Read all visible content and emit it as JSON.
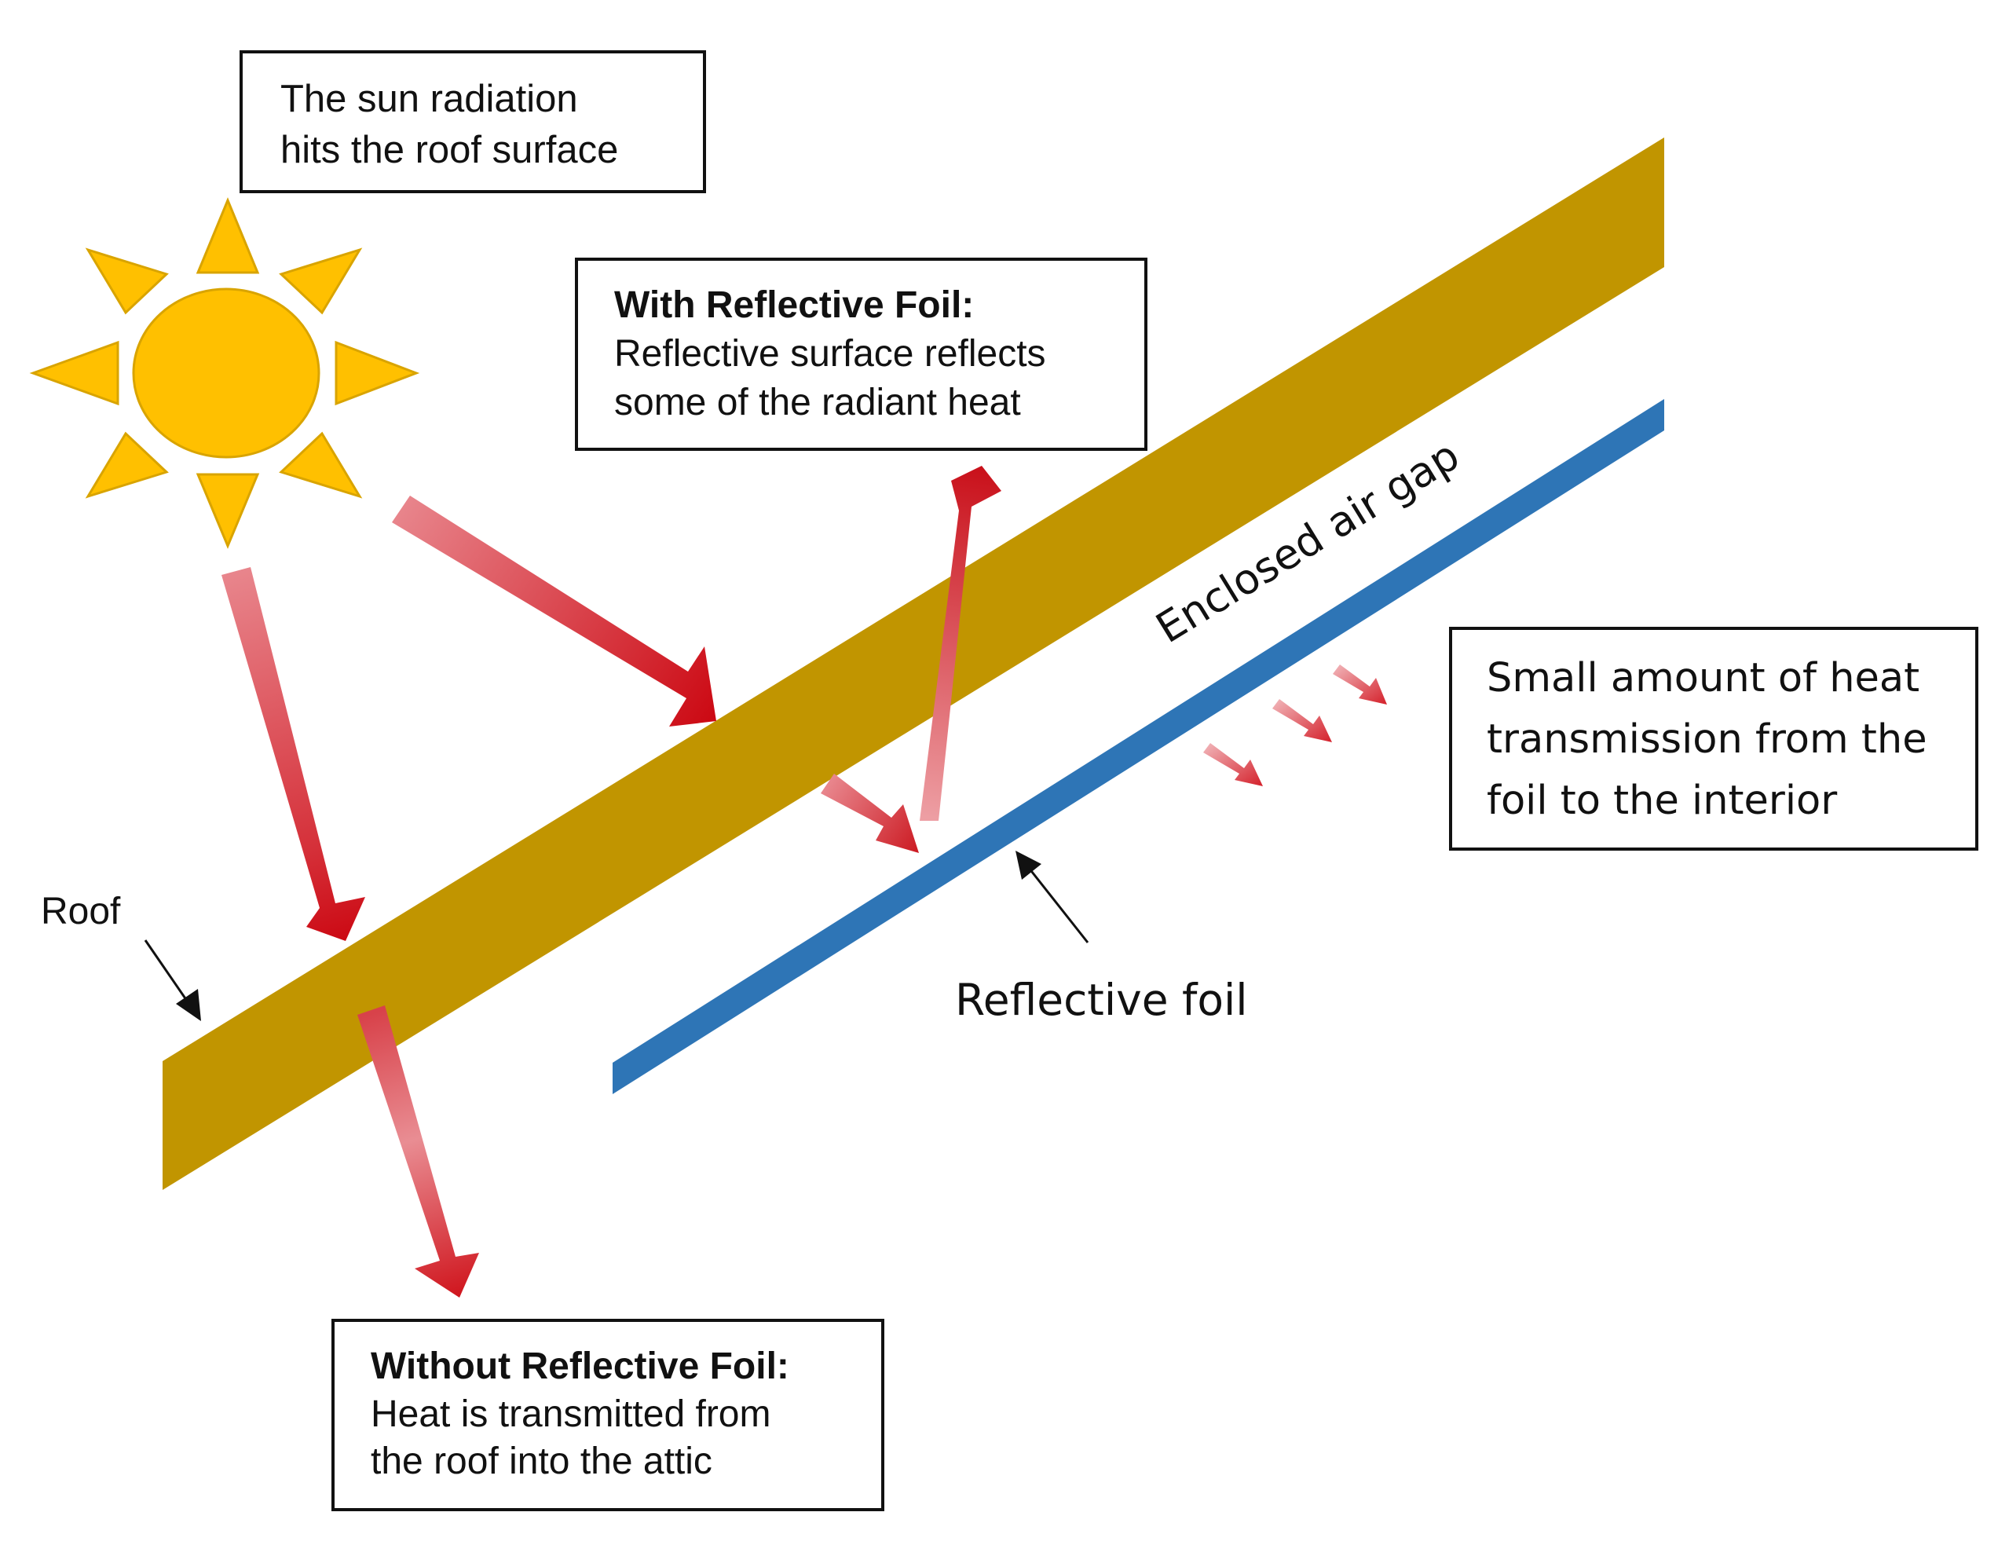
{
  "boxes": {
    "sun": {
      "line1": "The sun radiation",
      "line2": "hits the roof surface"
    },
    "with_foil": {
      "heading": "With Reflective Foil:",
      "line1": "Reflective surface reflects",
      "line2": "some of the radiant heat"
    },
    "without_foil": {
      "heading": "Without Reflective Foil:",
      "line1": "Heat is transmitted from",
      "line2": "the roof into the attic"
    },
    "small_heat": {
      "line1": "Small amount of heat",
      "line2": "transmission from the",
      "line3": "foil to the interior"
    }
  },
  "labels": {
    "roof": "Roof",
    "air_gap": "Enclosed air gap",
    "foil": "Reflective foil"
  },
  "colors": {
    "roof": "#C19500",
    "foil": "#2E75B6",
    "sun": "#FFC000",
    "sun_outline": "#D9A400",
    "arrow_red": "#D0161E",
    "arrow_pink": "#E8858C"
  }
}
